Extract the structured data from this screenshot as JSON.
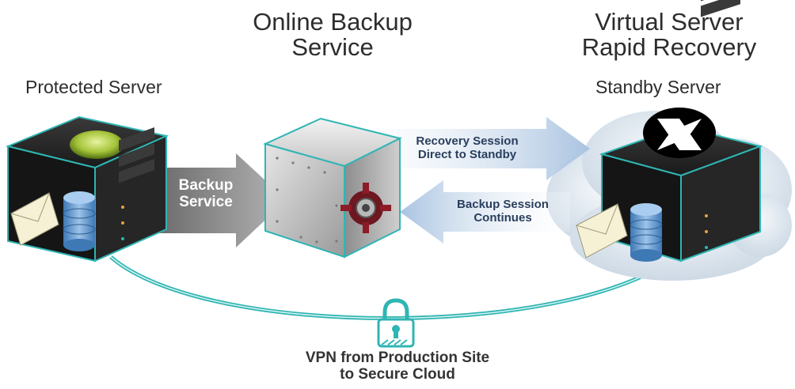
{
  "titles": {
    "online_backup": [
      "Online Backup",
      "Service"
    ],
    "virtual_server": [
      "Virtual Server",
      "Rapid Recovery"
    ]
  },
  "labels": {
    "protected_server": "Protected Server",
    "standby_server": "Standby Server"
  },
  "arrows": {
    "backup_service": [
      "Backup",
      "Service"
    ],
    "recovery_session": [
      "Recovery Session",
      "Direct to Standby"
    ],
    "backup_session": [
      "Backup Session",
      "Continues"
    ]
  },
  "vpn": [
    "VPN from Production Site",
    "to Secure Cloud"
  ],
  "colors": {
    "teal": "#2fb5b3",
    "server_dark": "#1e1e1e",
    "arrow_gray": "#8a8a8a",
    "arrow_blue": "#b9cfe6",
    "vault_red": "#8c1c26",
    "cloud": "#dde6ef",
    "label_dark": "#2a3f5e"
  },
  "icons": [
    "server-icon",
    "envelope-icon",
    "database-icon",
    "vault-icon",
    "cloud-icon",
    "lock-icon",
    "hypervisor-logo-icon"
  ]
}
